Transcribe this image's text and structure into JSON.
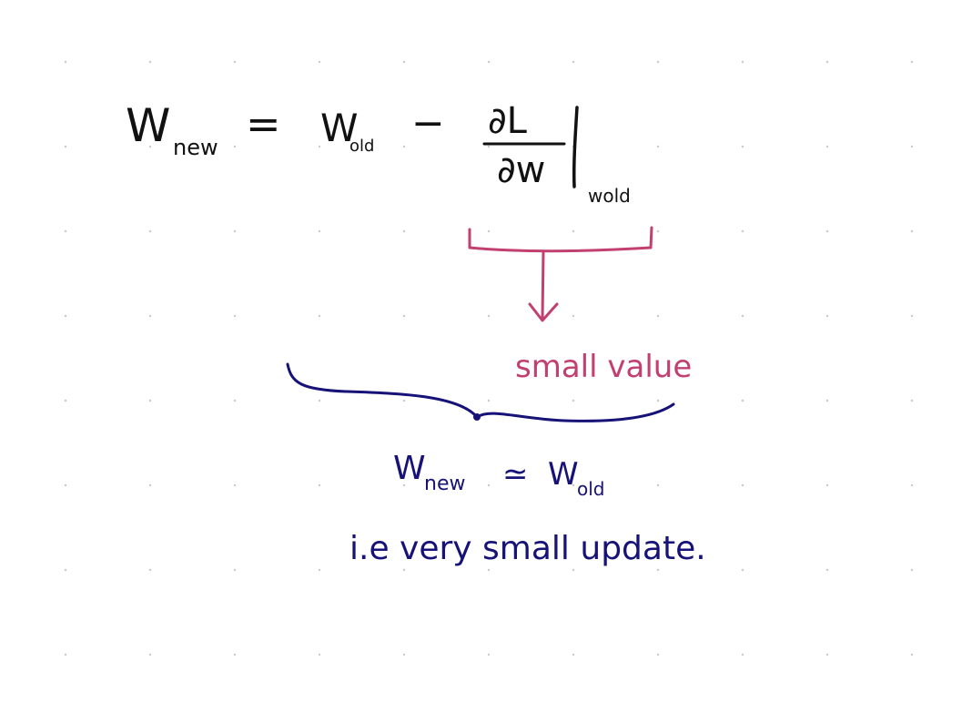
{
  "note": {
    "equation": {
      "w_new_base": "W",
      "w_new_sub": "new",
      "equals": "=",
      "w_old_base": "W",
      "w_old_sub": "old",
      "minus": "−",
      "grad_num": "∂L",
      "grad_den": "∂w",
      "eval_sub": "wold"
    },
    "annotation": {
      "small_value": "small value"
    },
    "conclusion": {
      "lhs_base": "W",
      "lhs_sub": "new",
      "approx": "≃",
      "rhs_base": "W",
      "rhs_sub": "old",
      "explanation": "i.e very small update."
    },
    "colors": {
      "black_ink": "#111111",
      "pink_ink": "#c2406f",
      "navy_ink": "#161277",
      "grid_dot": "#c9c9c9",
      "background": "#ffffff"
    }
  }
}
